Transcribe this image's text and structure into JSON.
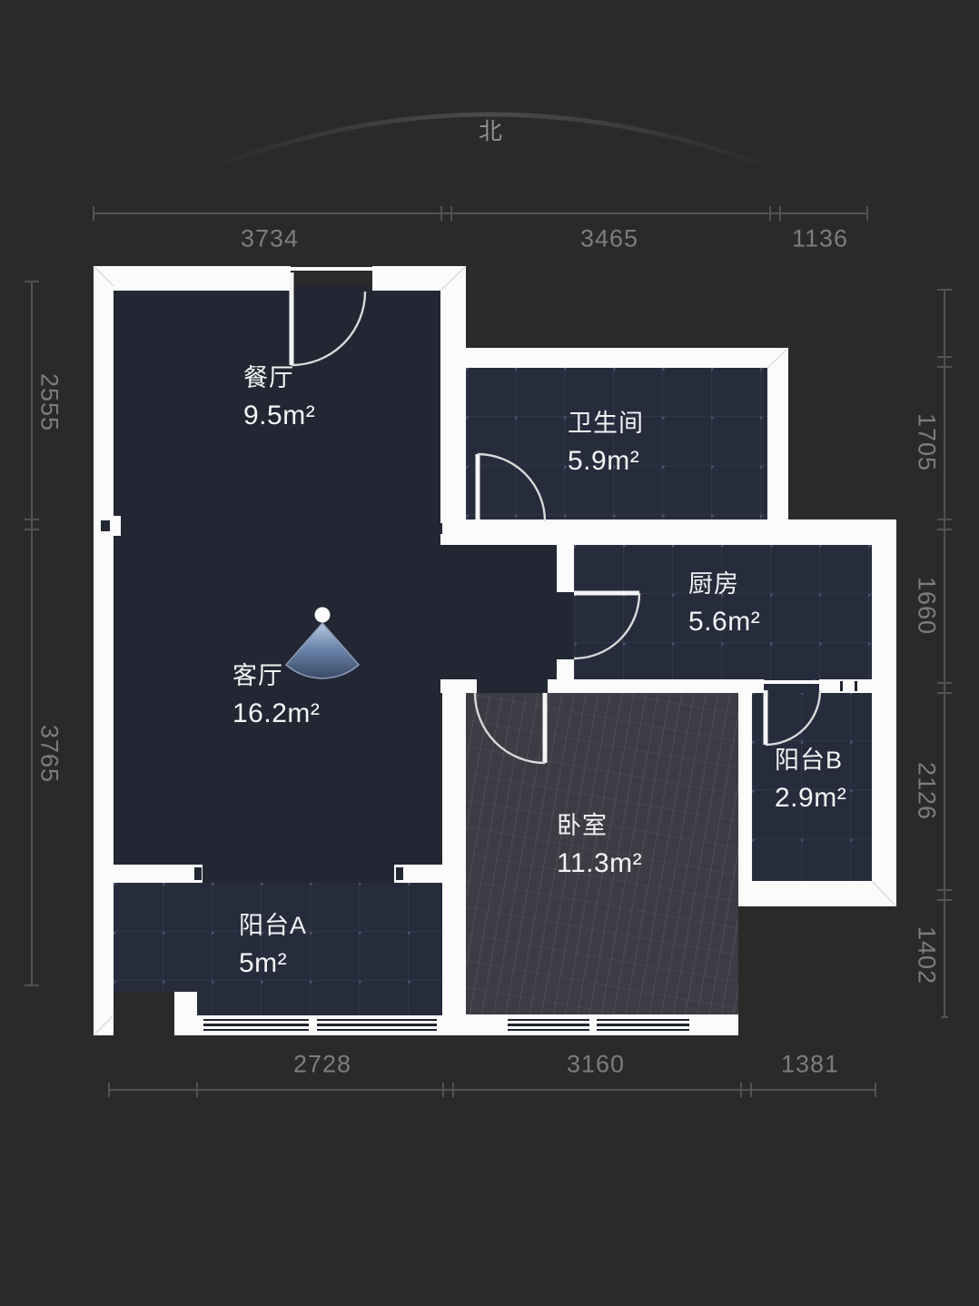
{
  "title": "apartment-floor-plan",
  "north": {
    "label": "北"
  },
  "rooms": [
    {
      "id": "dining",
      "name": "餐厅",
      "area": "9.5m²"
    },
    {
      "id": "bathroom",
      "name": "卫生间",
      "area": "5.9m²"
    },
    {
      "id": "kitchen",
      "name": "厨房",
      "area": "5.6m²"
    },
    {
      "id": "living",
      "name": "客厅",
      "area": "16.2m²"
    },
    {
      "id": "balcony-b",
      "name": "阳台B",
      "area": "2.9m²"
    },
    {
      "id": "bedroom",
      "name": "卧室",
      "area": "11.3m²"
    },
    {
      "id": "balcony-a",
      "name": "阳台A",
      "area": "5m²"
    }
  ],
  "dimensions": {
    "top": [
      "3734",
      "3465",
      "1136"
    ],
    "bottom": [
      "2728",
      "3160",
      "1381"
    ],
    "left": [
      "2555",
      "3765"
    ],
    "right": [
      "1705",
      "1660",
      "2126",
      "1402"
    ]
  },
  "icons": [
    {
      "name": "ceiling-light-icon"
    }
  ],
  "colors": {
    "background": "#2a2a2b",
    "wall": "#fbfbfb",
    "floor_dark": "#222733",
    "floor_tile": "#272c3d",
    "floor_bedroom": "#3c3c45",
    "door_arc": "#dadada",
    "dimension_text": "#7d7d7d",
    "room_text": "#f4f4f4",
    "lamp_blue": "#5f83b8"
  }
}
